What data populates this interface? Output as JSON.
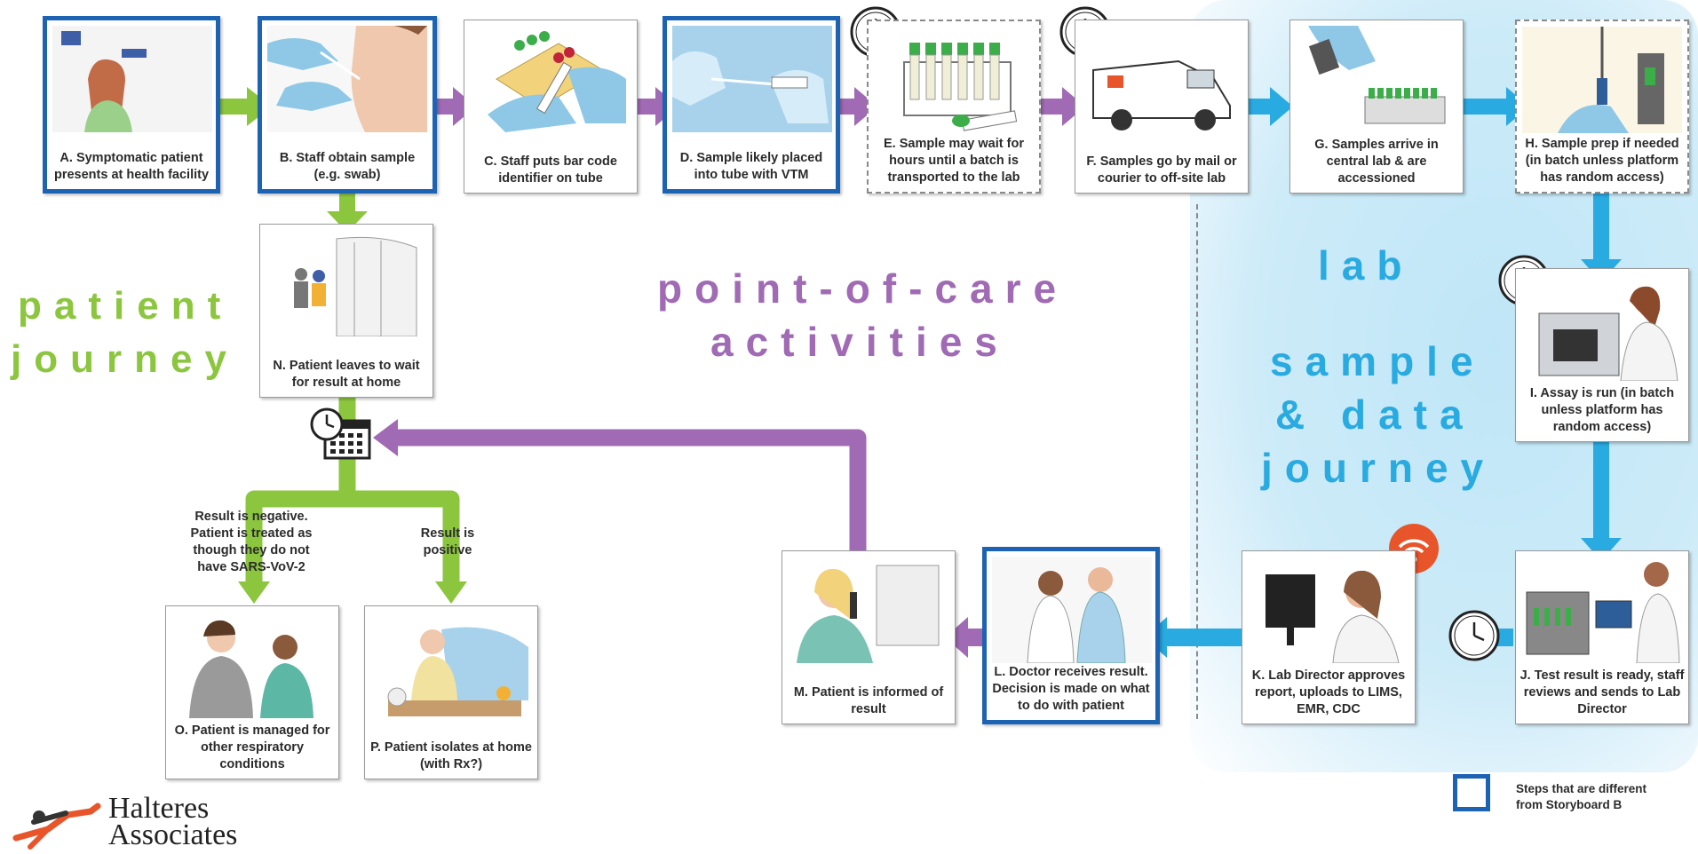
{
  "section_labels": {
    "patient_line1": "patient",
    "patient_line2": "journey",
    "poc_line1": "point-of-care",
    "poc_line2": "activities",
    "lab_line1": "lab",
    "lab_line2": "sample",
    "lab_line3": "& data",
    "lab_line4": "journey"
  },
  "steps": {
    "A": {
      "label": "A. Symptomatic patient presents at health facility"
    },
    "B": {
      "label": "B. Staff obtain sample (e.g. swab)"
    },
    "C": {
      "label": "C. Staff puts bar code identifier on tube"
    },
    "D": {
      "label": "D. Sample likely placed into tube with VTM"
    },
    "E": {
      "label": "E. Sample may wait for hours until a batch is transported to the lab"
    },
    "F": {
      "label": "F. Samples go by mail or courier to off-site lab"
    },
    "G": {
      "label": "G. Samples arrive in central lab & are accessioned"
    },
    "H": {
      "label": "H. Sample prep if needed (in batch unless platform has random access)"
    },
    "I": {
      "label": "I. Assay is run (in batch unless platform has random access)"
    },
    "J": {
      "label": "J. Test result is ready, staff reviews and sends to Lab Director"
    },
    "K": {
      "label": "K. Lab Director approves report, uploads to LIMS, EMR, CDC"
    },
    "L": {
      "label": "L. Doctor receives result. Decision is made on what to do with patient"
    },
    "M": {
      "label": "M. Patient is informed of result"
    },
    "N": {
      "label": "N. Patient leaves to wait for result at home"
    },
    "O": {
      "label": "O. Patient is managed for other respiratory conditions"
    },
    "P": {
      "label": "P. Patient isolates at home (with Rx?)"
    }
  },
  "branches": {
    "negative": "Result is negative. Patient is treated as though they do not have SARS-VoV-2",
    "positive": "Result is positive"
  },
  "legend": {
    "text": "Steps that are different from Storyboard B"
  },
  "logo": {
    "line1": "Halteres",
    "line2": "Associates"
  },
  "colors": {
    "green": "#8cc63f",
    "purple": "#a06ab4",
    "blue": "#29aae1",
    "highlight_border": "#1d63b4",
    "lab_background": "#c7e8f7"
  }
}
